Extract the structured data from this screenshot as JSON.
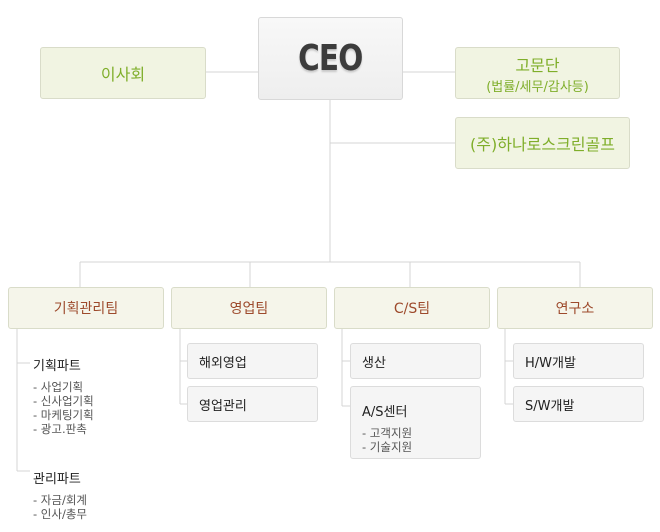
{
  "ceo": "CEO",
  "board": "이사회",
  "advisors": {
    "title": "고문단",
    "subtitle": "(법률/세무/감사등)"
  },
  "affiliate": "(주)하나로스크린골프",
  "teams": [
    {
      "name": "기획관리팀"
    },
    {
      "name": "영업팀",
      "subs": [
        {
          "name": "해외영업"
        },
        {
          "name": "영업관리"
        }
      ]
    },
    {
      "name": "C/S팀",
      "subs": [
        {
          "name": "생산"
        },
        {
          "name": "A/S센터",
          "items": [
            "- 고객지원",
            "- 기술지원"
          ]
        }
      ]
    },
    {
      "name": "연구소",
      "subs": [
        {
          "name": "H/W개발"
        },
        {
          "name": "S/W개발"
        }
      ]
    }
  ],
  "planning_parts": [
    {
      "name": "기획파트",
      "items": [
        "- 사업기획",
        "- 신사업기획",
        "- 마케팅기획",
        "- 광고.판촉"
      ]
    },
    {
      "name": "관리파트",
      "items": [
        "- 자금/회계",
        "- 인사/총무"
      ]
    }
  ]
}
